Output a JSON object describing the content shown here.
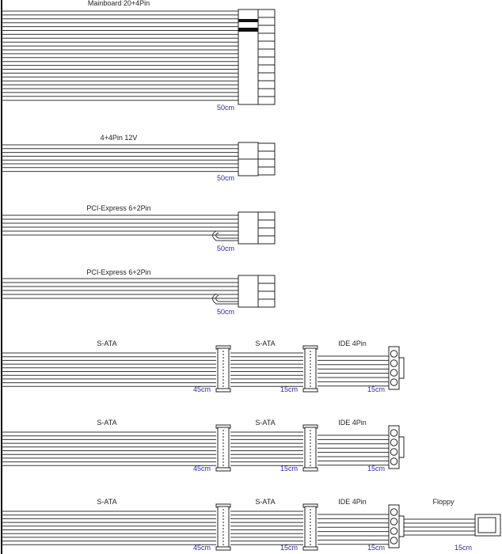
{
  "colors": {
    "wire": "#333333",
    "length_text": "#2a2aa8",
    "label_text": "#222222"
  },
  "cables": [
    {
      "label": "Mainboard 20+4Pin",
      "length": "50cm"
    },
    {
      "label": "4+4Pin 12V",
      "length": "50cm"
    },
    {
      "label": "PCI-Express 6+2Pin",
      "length": "50cm"
    },
    {
      "label": "PCI-Express 6+2Pin",
      "length": "50cm"
    }
  ],
  "chains": [
    {
      "labels": [
        "S-ATA",
        "S-ATA",
        "IDE 4Pin"
      ],
      "lengths": [
        "45cm",
        "15cm",
        "15cm"
      ]
    },
    {
      "labels": [
        "S-ATA",
        "S-ATA",
        "IDE 4Pin"
      ],
      "lengths": [
        "45cm",
        "15cm",
        "15cm"
      ]
    },
    {
      "labels": [
        "S-ATA",
        "S-ATA",
        "IDE 4Pin",
        "Floppy"
      ],
      "lengths": [
        "45cm",
        "15cm",
        "15cm",
        "15cm"
      ]
    }
  ]
}
